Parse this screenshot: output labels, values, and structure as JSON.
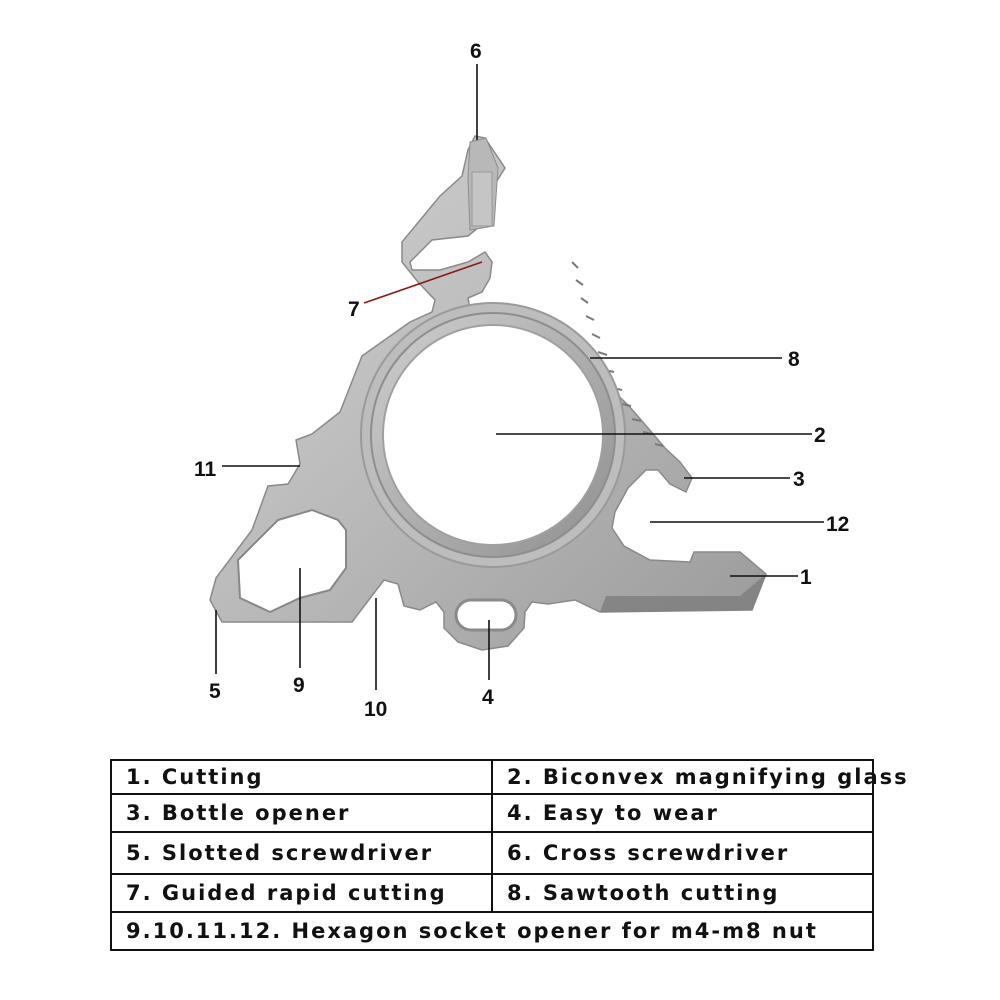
{
  "diagram": {
    "subject": "triangular titanium multi-tool keychain",
    "callouts": [
      "1",
      "2",
      "3",
      "4",
      "5",
      "6",
      "7",
      "8",
      "9",
      "10",
      "11",
      "12"
    ],
    "colors": {
      "metal_light": "#c9c9c9",
      "metal_mid": "#a9a9a9",
      "metal_dark": "#7d7d7d",
      "leader_line": "#111111",
      "leader_line_7": "#8b1a1a"
    }
  },
  "legend": {
    "items": [
      "1. Cutting",
      "2. Biconvex magnifying glass",
      "3. Bottle opener",
      "4. Easy to wear",
      "5. Slotted screwdriver",
      "6. Cross screwdriver",
      "7. Guided rapid cutting",
      "8. Sawtooth cutting"
    ],
    "footer": "9.10.11.12.  Hexagon socket opener for m4-m8 nut"
  }
}
